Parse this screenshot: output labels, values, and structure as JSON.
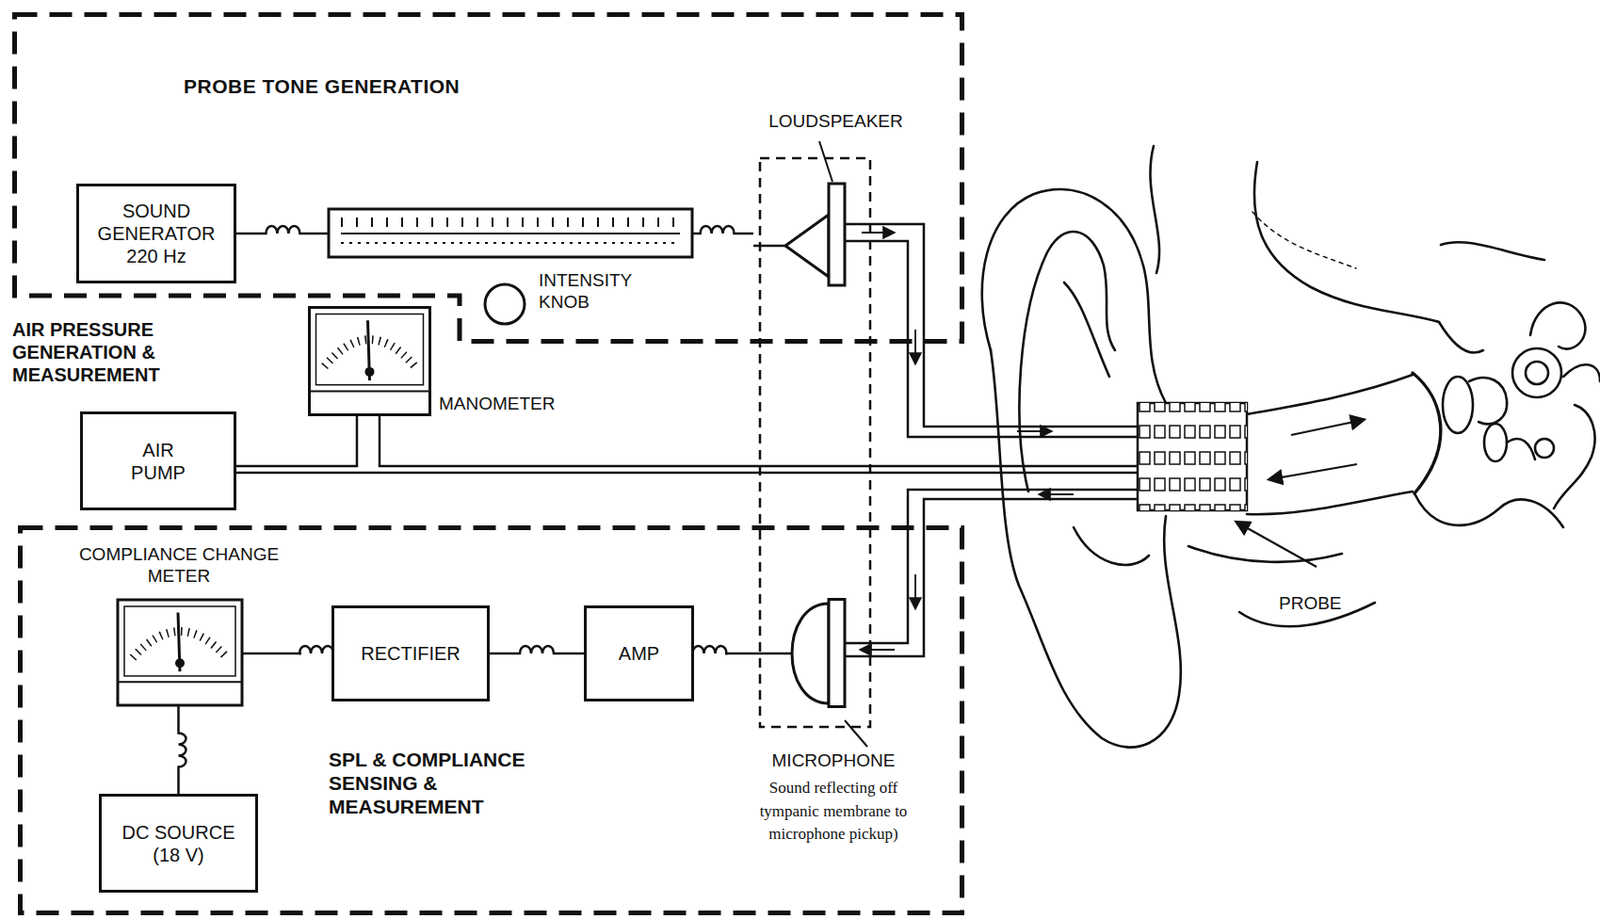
{
  "diagram": {
    "nodes": [
      {
        "text": [
          "PROBE TONE GENERATION"
        ]
      },
      {
        "text": [
          "SOUND GENERATOR 220 Hz"
        ],
        "in": 0
      },
      {
        "text": [
          "LOUDSPEAKER"
        ],
        "in": 0
      },
      {
        "text": [
          "AIR PUMP"
        ]
      },
      {
        "text": [
          "MANOMETER"
        ]
      },
      {
        "text": [
          "SPL & COMPLIANCE SENSING & MEASUREMENT"
        ]
      },
      {
        "text": [
          "COMPLIANCE CHANGE METER"
        ],
        "in": 5
      },
      {
        "text": [
          "RECTIFIER"
        ],
        "in": 5
      },
      {
        "text": [
          "AMP"
        ],
        "in": 5
      },
      {
        "text": [
          "MICROPHONE",
          "Sound reflecting off tympanic membrane to microphone pickup)"
        ],
        "in": 5
      },
      {
        "text": [
          "DC SOURCE (18 V)"
        ],
        "in": 5
      }
    ],
    "edges": [
      {
        "from": 1,
        "to": 2,
        "arrow": "none"
      },
      {
        "from": 3,
        "to": 4,
        "arrow": "none"
      },
      {
        "from": 9,
        "to": 8,
        "arrow": "none"
      },
      {
        "from": 8,
        "to": 7,
        "arrow": "none"
      },
      {
        "from": 7,
        "to": 6,
        "arrow": "none"
      },
      {
        "from": 10,
        "to": 6,
        "arrow": "none"
      }
    ],
    "labels": [
      "INTENSITY KNOB",
      "AIR PRESSURE GENERATION & MEASUREMENT",
      "PROBE"
    ]
  }
}
